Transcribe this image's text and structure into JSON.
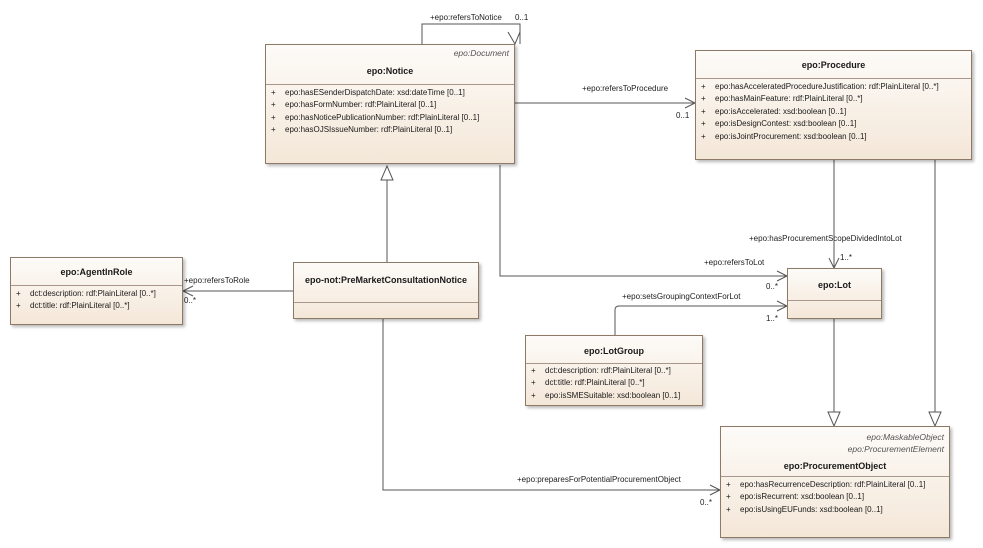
{
  "classes": {
    "notice": {
      "stereotype": "epo:Document",
      "name": "epo:Notice",
      "attributes": [
        {
          "vis": "+",
          "text": "epo:hasESenderDispatchDate: xsd:dateTime [0..1]"
        },
        {
          "vis": "+",
          "text": "epo:hasFormNumber: rdf:PlainLiteral [0..1]"
        },
        {
          "vis": "+",
          "text": "epo:hasNoticePublicationNumber: rdf:PlainLiteral [0..1]"
        },
        {
          "vis": "+",
          "text": "epo:hasOJSIssueNumber: rdf:PlainLiteral [0..1]"
        }
      ]
    },
    "procedure": {
      "name": "epo:Procedure",
      "attributes": [
        {
          "vis": "+",
          "text": "epo:hasAcceleratedProcedureJustification: rdf:PlainLiteral [0..*]"
        },
        {
          "vis": "+",
          "text": "epo:hasMainFeature: rdf:PlainLiteral [0..*]"
        },
        {
          "vis": "+",
          "text": "epo:isAccelerated: xsd:boolean [0..1]"
        },
        {
          "vis": "+",
          "text": "epo:isDesignContest: xsd:boolean [0..1]"
        },
        {
          "vis": "+",
          "text": "epo:isJointProcurement: xsd:boolean [0..1]"
        }
      ]
    },
    "agent": {
      "name": "epo:AgentInRole",
      "attributes": [
        {
          "vis": "+",
          "text": "dct:description: rdf:PlainLiteral [0..*]"
        },
        {
          "vis": "+",
          "text": "dct:title: rdf:PlainLiteral [0..*]"
        }
      ]
    },
    "pmcn": {
      "name": "epo-not:PreMarketConsultationNotice"
    },
    "lot": {
      "name": "epo:Lot"
    },
    "lotgroup": {
      "name": "epo:LotGroup",
      "attributes": [
        {
          "vis": "+",
          "text": "dct:description: rdf:PlainLiteral [0..*]"
        },
        {
          "vis": "+",
          "text": "dct:title: rdf:PlainLiteral [0..*]"
        },
        {
          "vis": "+",
          "text": "epo:isSMESuitable: xsd:boolean [0..1]"
        }
      ]
    },
    "procobj": {
      "stereotype1": "epo:MaskableObject",
      "stereotype2": "epo:ProcurementElement",
      "name": "epo:ProcurementObject",
      "attributes": [
        {
          "vis": "+",
          "text": "epo:hasRecurrenceDescription: rdf:PlainLiteral [0..1]"
        },
        {
          "vis": "+",
          "text": "epo:isRecurrent: xsd:boolean [0..1]"
        },
        {
          "vis": "+",
          "text": "epo:isUsingEUFunds: xsd:boolean [0..1]"
        }
      ]
    }
  },
  "associations": {
    "refersToNotice": {
      "role": "+epo:refersToNotice",
      "mult": "0..1"
    },
    "refersToProcedure": {
      "role": "+epo:refersToProcedure",
      "mult": "0..1"
    },
    "refersToRole": {
      "role": "+epo:refersToRole",
      "mult": "0..*"
    },
    "scopeDividedIntoLot": {
      "role": "+epo:hasProcurementScopeDividedIntoLot",
      "mult": "1..*"
    },
    "refersToLot": {
      "role": "+epo:refersToLot",
      "mult": "0..*"
    },
    "setsGroupingContextForLot": {
      "role": "+epo:setsGroupingContextForLot",
      "mult": "1..*"
    },
    "preparesForPotentialProcurementObject": {
      "role": "+epo:preparesForPotentialProcurementObject",
      "mult": "0..*"
    }
  }
}
